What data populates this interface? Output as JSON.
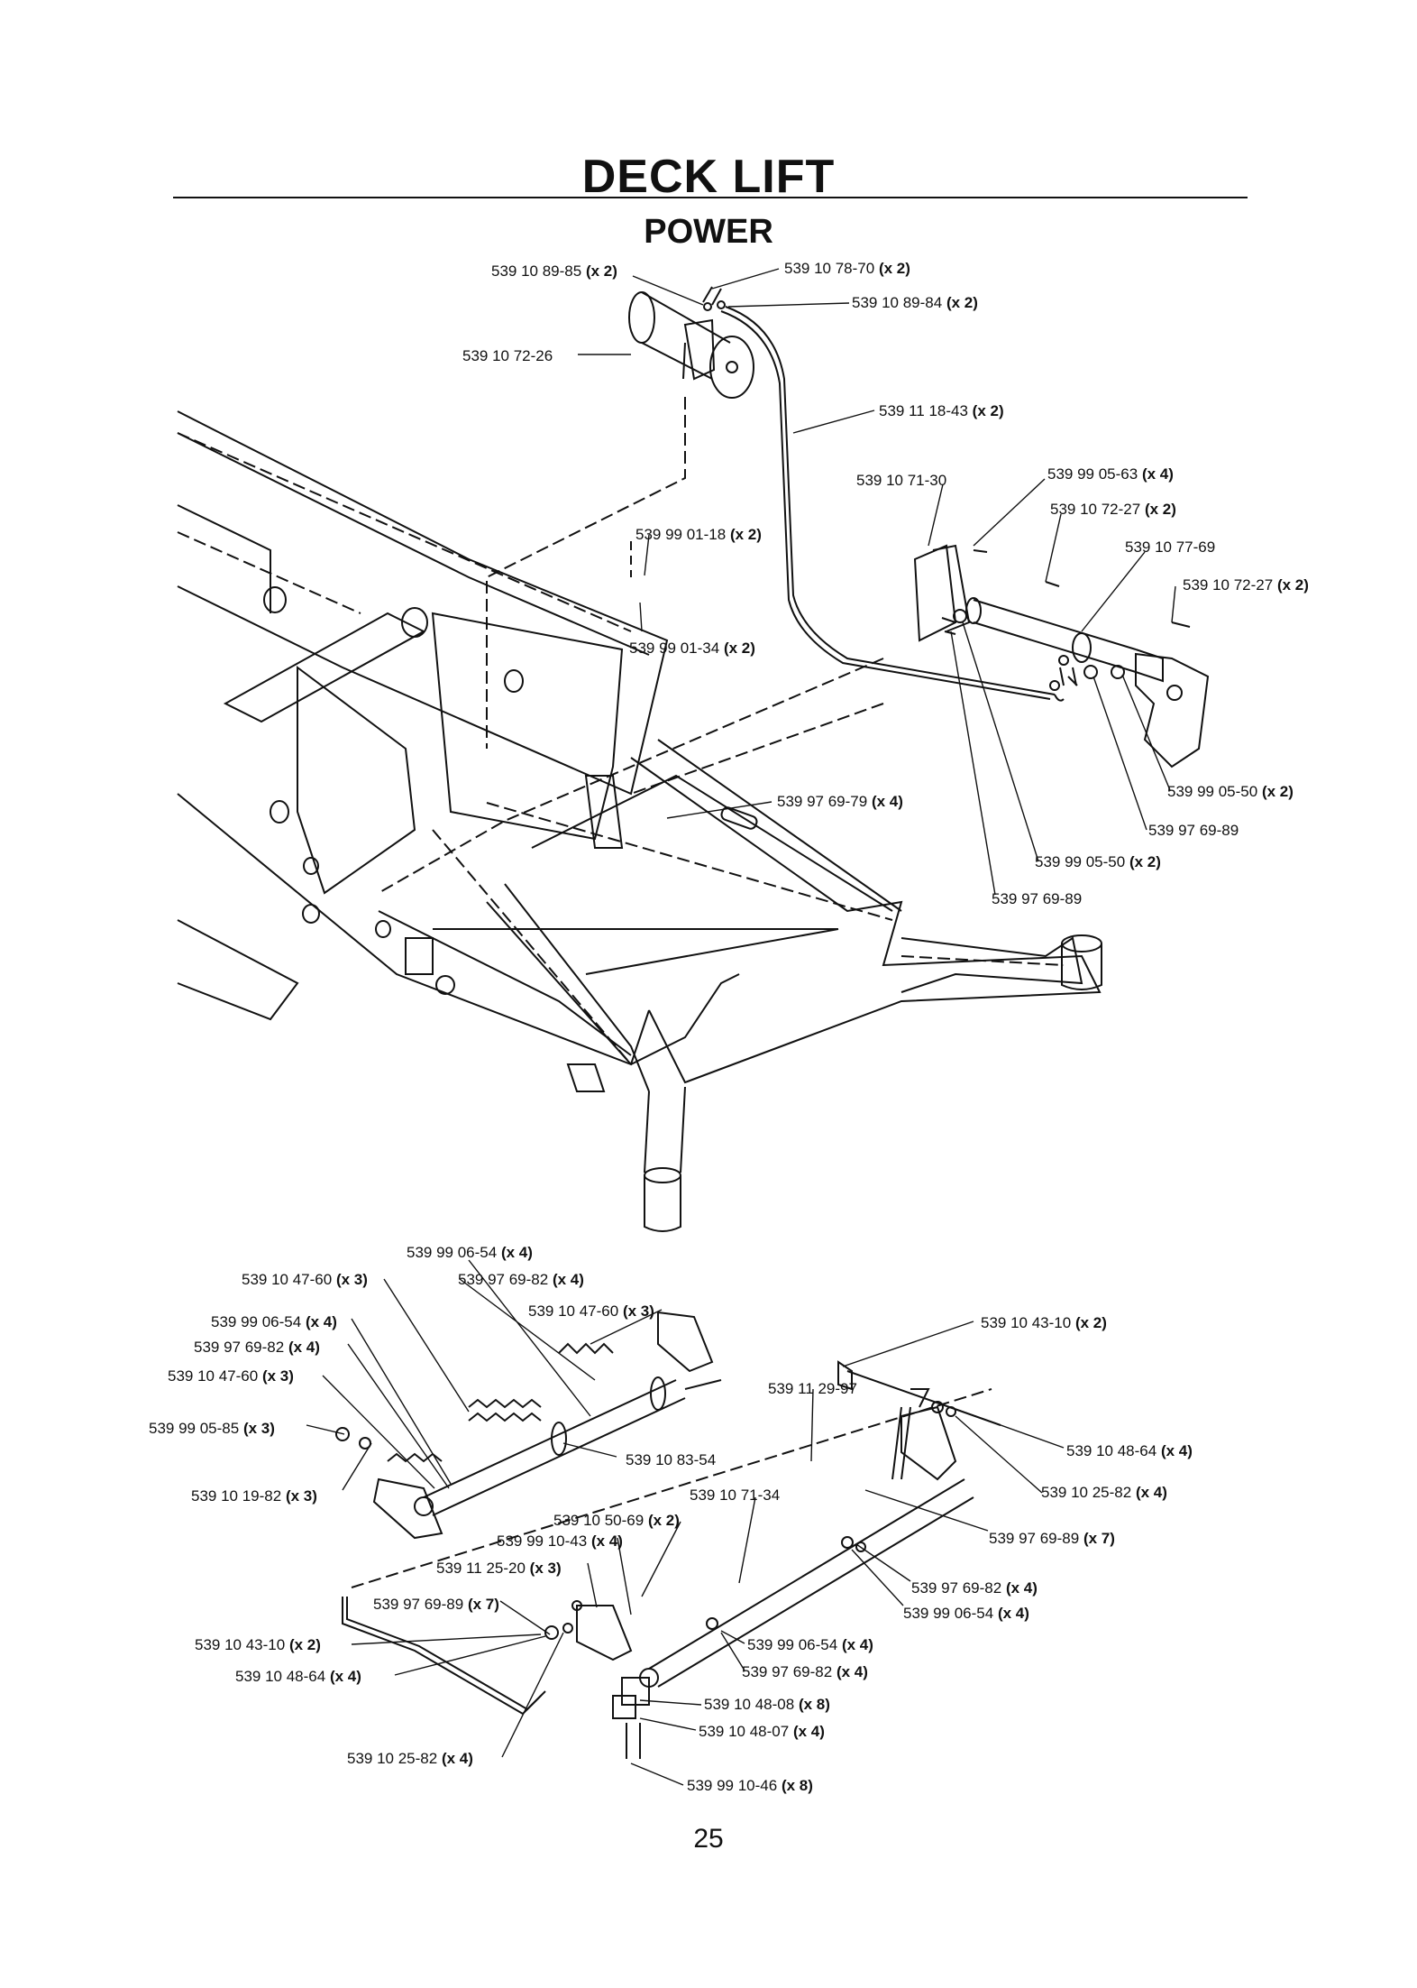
{
  "header": {
    "title": "DECK LIFT",
    "subtitle": "POWER"
  },
  "callouts": [
    {
      "id": "c1",
      "part": "539 10 89-85",
      "qty": "(x 2)"
    },
    {
      "id": "c2",
      "part": "539 10 78-70",
      "qty": "(x 2)"
    },
    {
      "id": "c3",
      "part": "539 10 89-84",
      "qty": "(x 2)"
    },
    {
      "id": "c4",
      "part": "539 10 72-26",
      "qty": ""
    },
    {
      "id": "c5",
      "part": "539 11 18-43",
      "qty": "(x 2)"
    },
    {
      "id": "c6",
      "part": "539 10 71-30",
      "qty": ""
    },
    {
      "id": "c7",
      "part": "539 99 05-63",
      "qty": "(x 4)"
    },
    {
      "id": "c8",
      "part": "539 10 72-27",
      "qty": "(x 2)"
    },
    {
      "id": "c9",
      "part": "539 10 77-69",
      "qty": ""
    },
    {
      "id": "c10",
      "part": "539 10 72-27",
      "qty": "(x 2)"
    },
    {
      "id": "c11",
      "part": "539 99 01-18",
      "qty": "(x 2)"
    },
    {
      "id": "c12",
      "part": "539 99 01-34",
      "qty": "(x 2)"
    },
    {
      "id": "c13",
      "part": "539 97 69-79",
      "qty": "(x 4)"
    },
    {
      "id": "c14",
      "part": "539 99 05-50",
      "qty": "(x 2)"
    },
    {
      "id": "c15",
      "part": "539 97 69-89",
      "qty": ""
    },
    {
      "id": "c16",
      "part": "539 99 05-50",
      "qty": "(x 2)"
    },
    {
      "id": "c17",
      "part": "539 97 69-89",
      "qty": ""
    },
    {
      "id": "c18",
      "part": "539 99 06-54",
      "qty": "(x 4)"
    },
    {
      "id": "c19",
      "part": "539 10 47-60",
      "qty": "(x 3)"
    },
    {
      "id": "c20",
      "part": "539 97 69-82",
      "qty": "(x 4)"
    },
    {
      "id": "c21",
      "part": "539 10 47-60",
      "qty": "(x 3)"
    },
    {
      "id": "c22",
      "part": "539 99 06-54",
      "qty": "(x 4)"
    },
    {
      "id": "c23",
      "part": "539 97 69-82",
      "qty": "(x 4)"
    },
    {
      "id": "c24",
      "part": "539 10 47-60",
      "qty": "(x 3)"
    },
    {
      "id": "c25",
      "part": "539 99 05-85",
      "qty": "(x 3)"
    },
    {
      "id": "c26",
      "part": "539 10 19-82",
      "qty": "(x 3)"
    },
    {
      "id": "c27",
      "part": "539 10 43-10",
      "qty": "(x 2)"
    },
    {
      "id": "c28",
      "part": "539 11 29-97",
      "qty": ""
    },
    {
      "id": "c29",
      "part": "539 10 48-64",
      "qty": "(x 4)"
    },
    {
      "id": "c30",
      "part": "539 10 83-54",
      "qty": ""
    },
    {
      "id": "c31",
      "part": "539 10 25-82",
      "qty": "(x 4)"
    },
    {
      "id": "c32",
      "part": "539 10 71-34",
      "qty": ""
    },
    {
      "id": "c33",
      "part": "539 10 50-69",
      "qty": "(x 2)"
    },
    {
      "id": "c34",
      "part": "539 99 10-43",
      "qty": "(x 4)"
    },
    {
      "id": "c35",
      "part": "539 97 69-89",
      "qty": "(x 7)"
    },
    {
      "id": "c36",
      "part": "539 11 25-20",
      "qty": "(x 3)"
    },
    {
      "id": "c37",
      "part": "539 97 69-82",
      "qty": "(x 4)"
    },
    {
      "id": "c38",
      "part": "539 97 69-89",
      "qty": "(x 7)"
    },
    {
      "id": "c39",
      "part": "539 99 06-54",
      "qty": "(x 4)"
    },
    {
      "id": "c40",
      "part": "539 10 43-10",
      "qty": "(x 2)"
    },
    {
      "id": "c41",
      "part": "539 99 06-54",
      "qty": "(x 4)"
    },
    {
      "id": "c42",
      "part": "539 10 48-64",
      "qty": "(x 4)"
    },
    {
      "id": "c43",
      "part": "539 97 69-82",
      "qty": "(x 4)"
    },
    {
      "id": "c44",
      "part": "539 10 48-08",
      "qty": "(x 8)"
    },
    {
      "id": "c45",
      "part": "539 10 48-07",
      "qty": "(x 4)"
    },
    {
      "id": "c46",
      "part": "539 10 25-82",
      "qty": "(x 4)"
    },
    {
      "id": "c47",
      "part": "539 99 10-46",
      "qty": "(x 8)"
    }
  ],
  "footer": {
    "page_number": "25"
  }
}
